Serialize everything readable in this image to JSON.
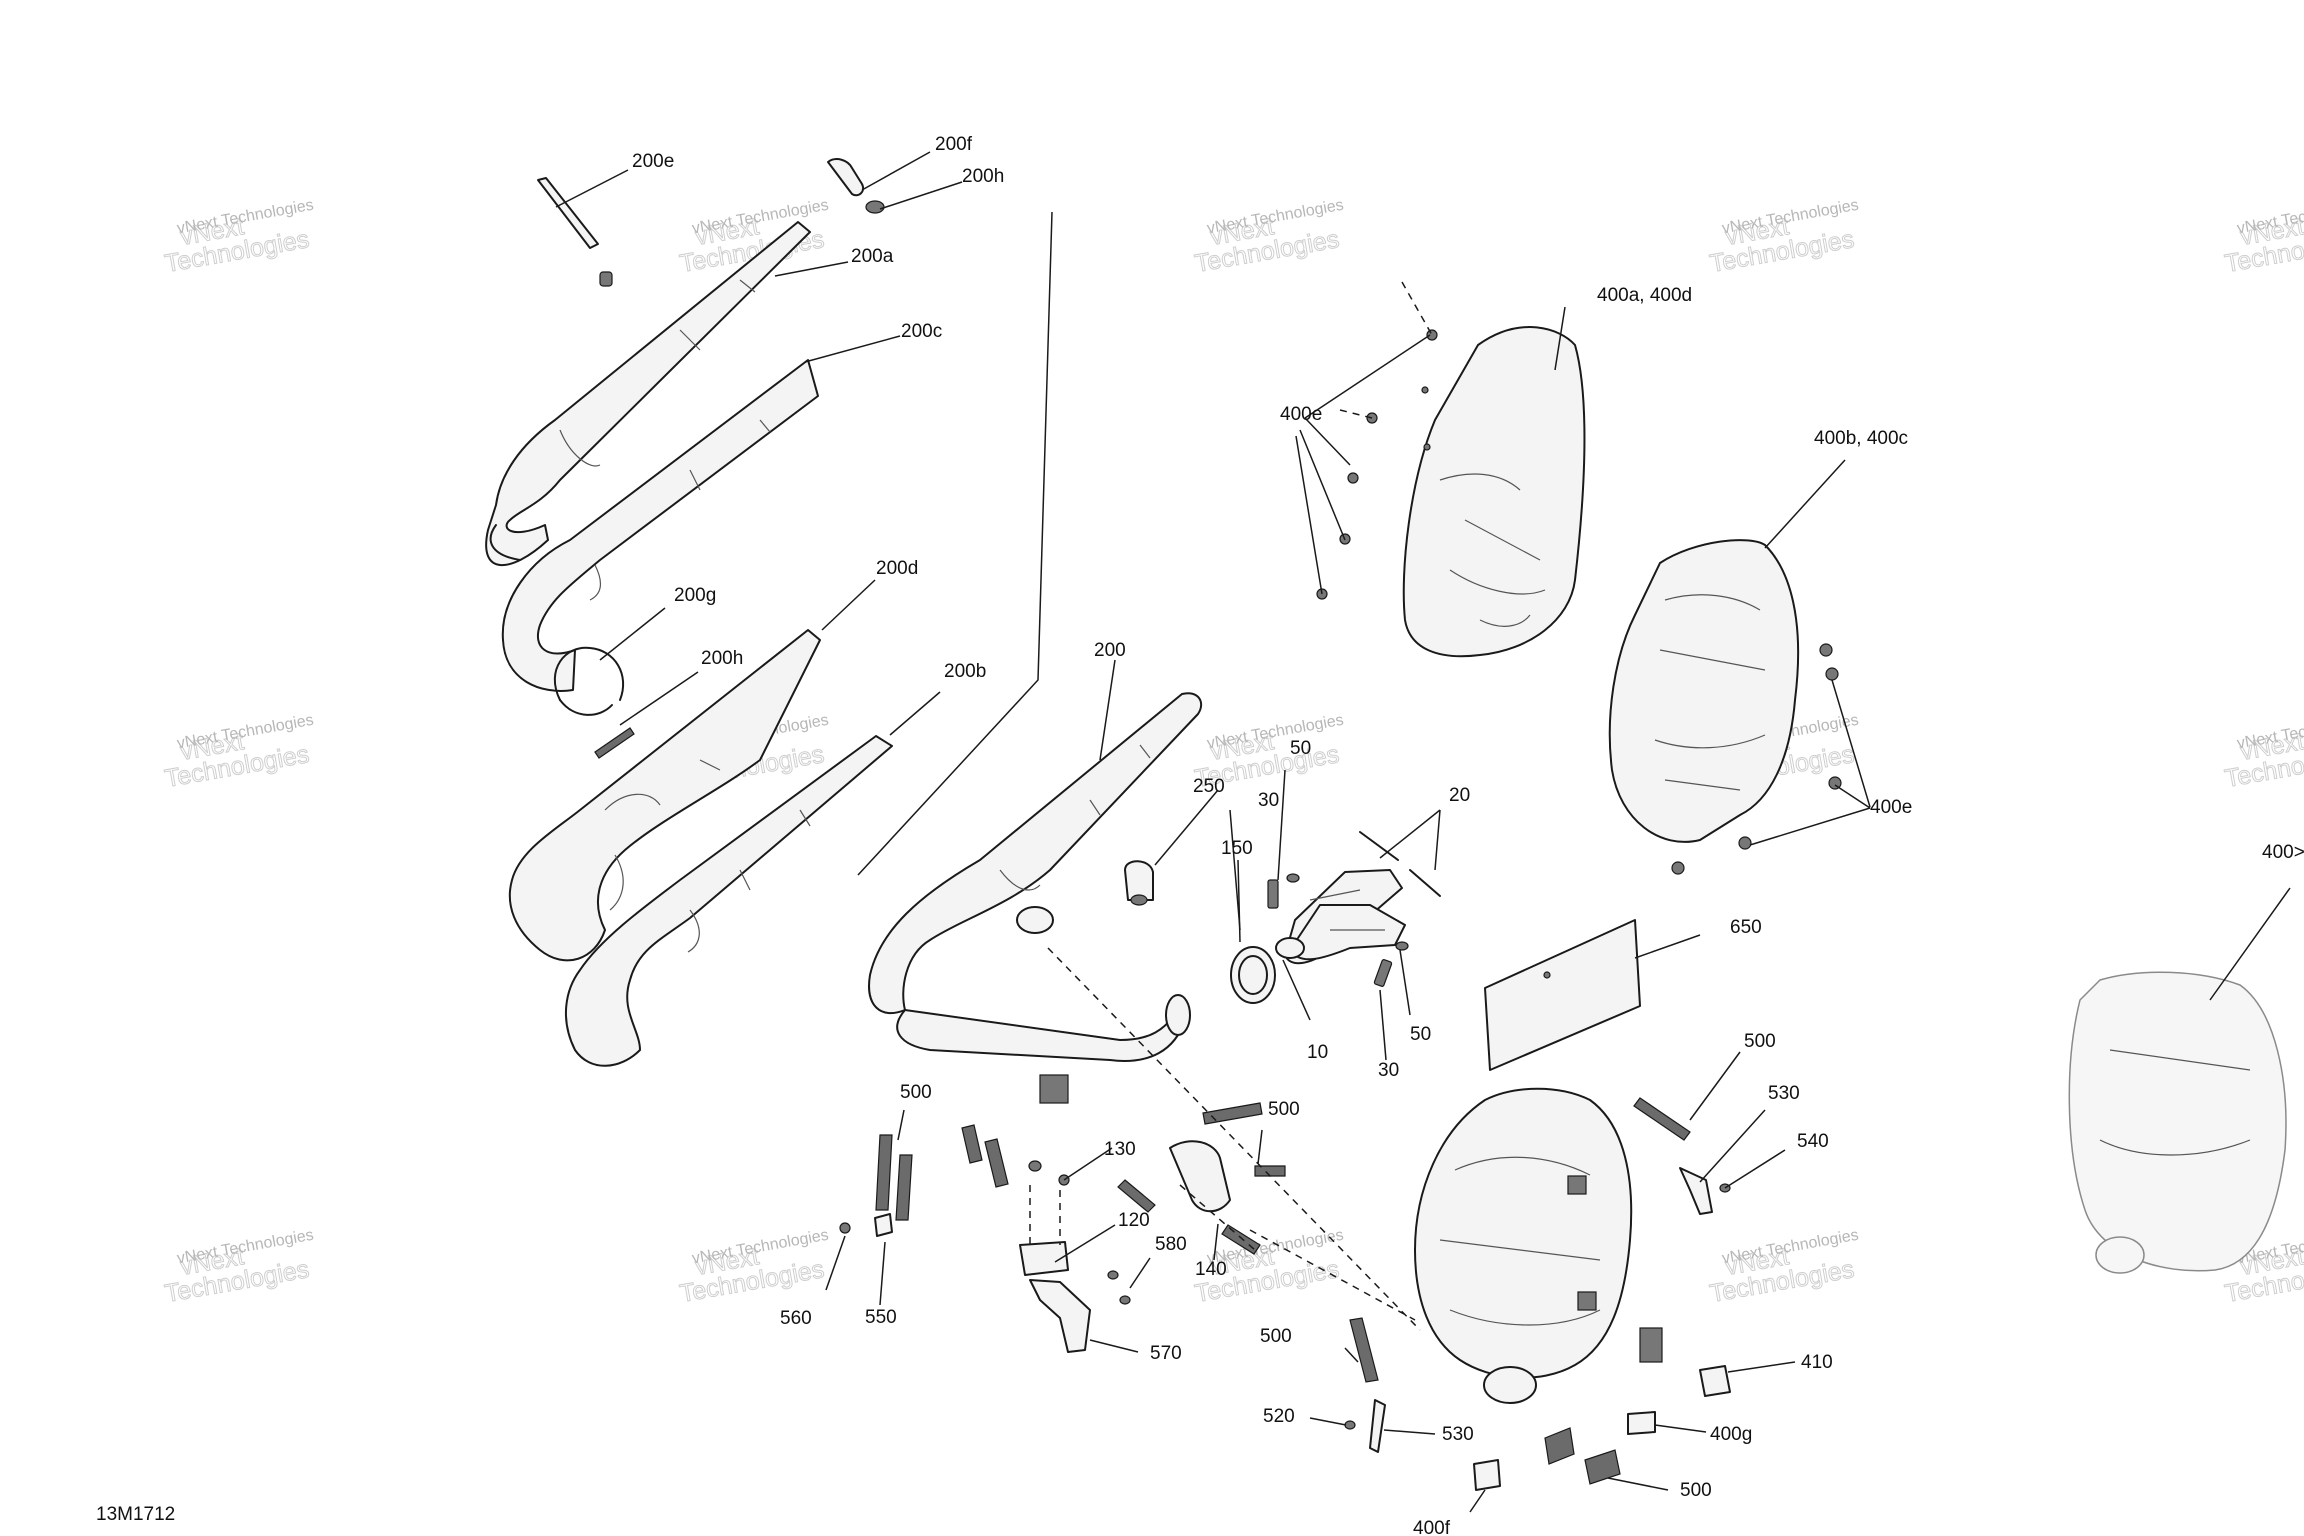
{
  "figure_id": "13M1712",
  "watermark": {
    "line1": "vNext Technologies",
    "line2": "Technologies",
    "line3": "vNext"
  },
  "callouts": {
    "c_200e": "200e",
    "c_200f": "200f",
    "c_200h_top": "200h",
    "c_200a": "200a",
    "c_200c": "200c",
    "c_200d": "200d",
    "c_200g": "200g",
    "c_200h_mid": "200h",
    "c_200b": "200b",
    "c_200": "200",
    "c_250": "250",
    "c_50_top": "50",
    "c_30_top": "30",
    "c_20": "20",
    "c_150": "150",
    "c_10": "10",
    "c_50_bot": "50",
    "c_30_bot": "30",
    "c_400ad": "400a, 400d",
    "c_400e_left": "400e",
    "c_400bc": "400b, 400c",
    "c_400e_right": "400e",
    "c_400_partial": "400>",
    "c_650": "650",
    "c_500_right": "500",
    "c_530_right": "530",
    "c_540": "540",
    "c_500_left": "500",
    "c_130": "130",
    "c_500_mid": "500",
    "c_120": "120",
    "c_580": "580",
    "c_140": "140",
    "c_560": "560",
    "c_550": "550",
    "c_570": "570",
    "c_500_low": "500",
    "c_410": "410",
    "c_520": "520",
    "c_530_low": "530",
    "c_400g": "400g",
    "c_500_bottom": "500",
    "c_400f": "400f"
  }
}
